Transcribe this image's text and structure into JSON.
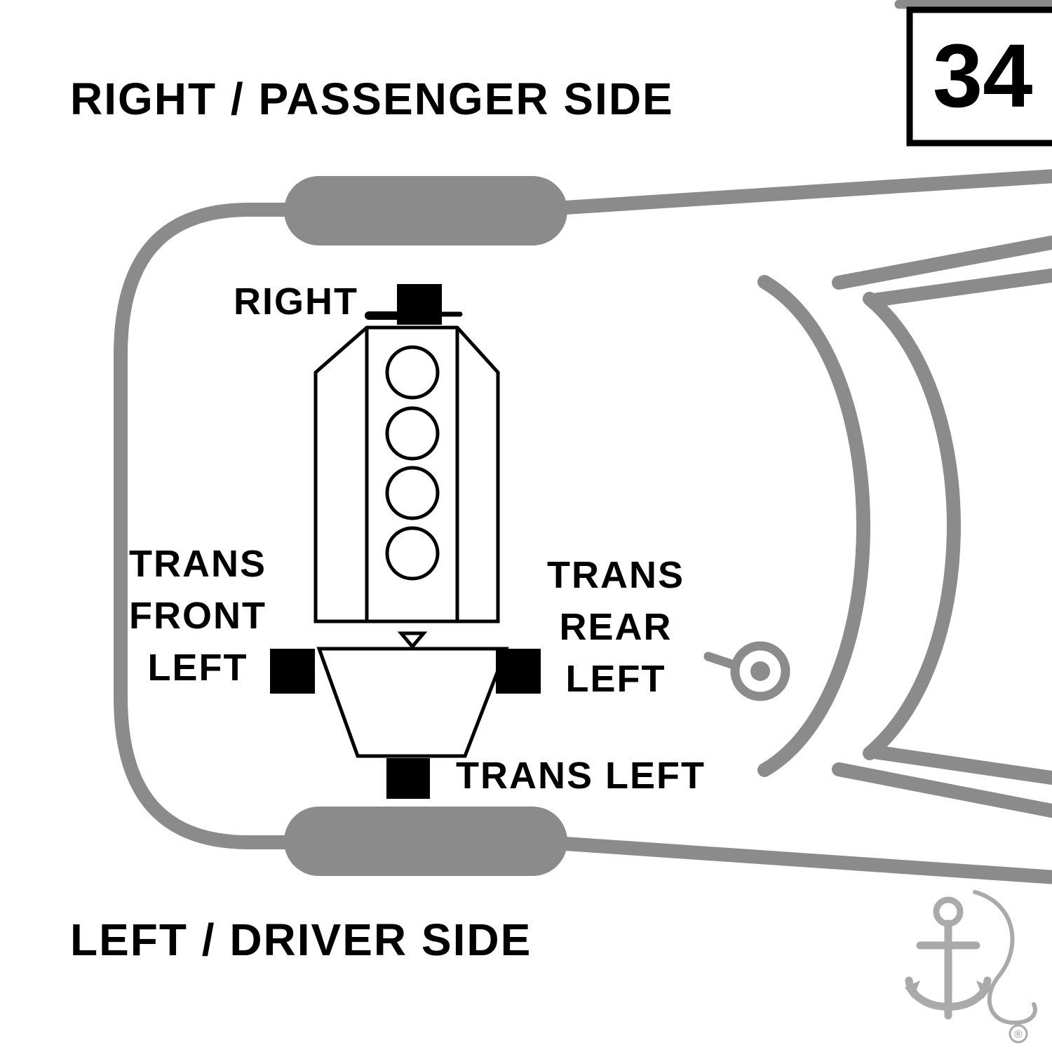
{
  "page": {
    "number": "34",
    "top_label": "RIGHT / PASSENGER SIDE",
    "bottom_label": "LEFT / DRIVER SIDE"
  },
  "mount_labels": {
    "right": "RIGHT",
    "trans_front_left": {
      "line1": "TRANS",
      "line2": "FRONT",
      "line3": "LEFT"
    },
    "trans_rear_left": {
      "line1": "TRANS",
      "line2": "REAR",
      "line3": "LEFT"
    },
    "trans_left": "TRANS LEFT"
  },
  "logo": {
    "registered_mark": "®"
  },
  "colors": {
    "background": "#ffffff",
    "car_body": "#8b8b8b",
    "diagram_ink": "#000000",
    "mount_fill": "#000000",
    "logo_gray": "#a6a6a6"
  }
}
